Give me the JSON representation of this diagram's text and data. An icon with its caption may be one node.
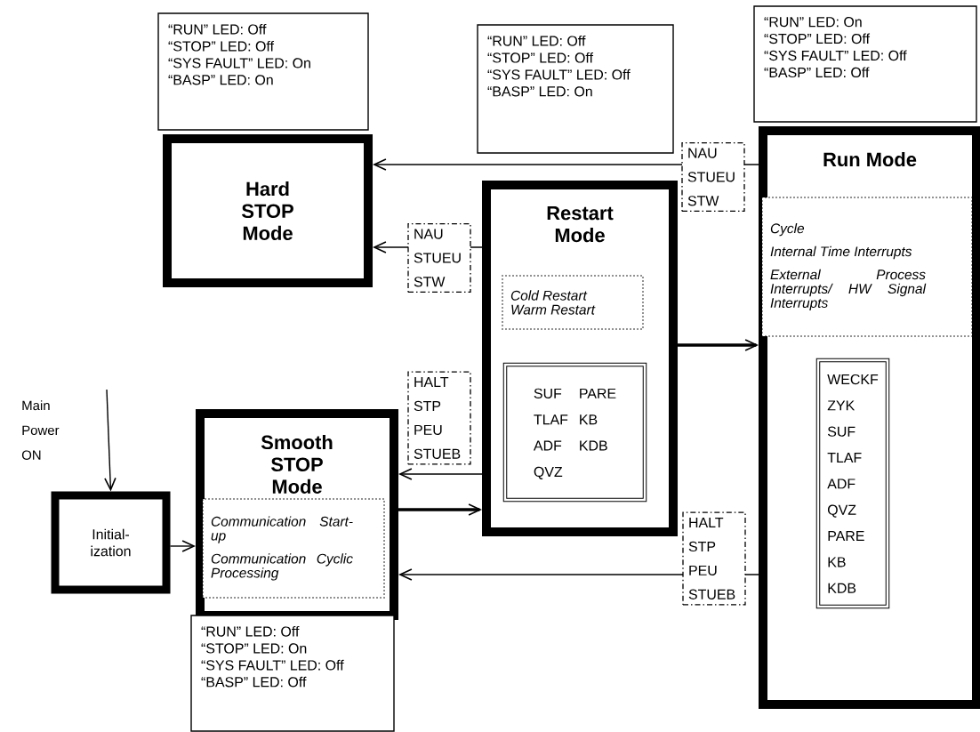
{
  "diagram": {
    "nodes": [
      {
        "text": [
          "“RUN” LED: Off",
          "“STOP” LED: Off",
          "“SYS FAULT” LED: On",
          "“BASP” LED: On"
        ]
      },
      {
        "text": [
          "Hard STOP Mode"
        ]
      },
      {
        "text": [
          "“RUN” LED: Off",
          "“STOP” LED: Off",
          "“SYS FAULT” LED: Off",
          "“BASP” LED: On"
        ]
      },
      {
        "text": [
          "Restart Mode"
        ]
      },
      {
        "text": [
          "Cold Restart",
          "Warm Restart"
        ],
        "in": 3
      },
      {
        "text": [
          "SUF",
          "PARE",
          "TLAF",
          "KB",
          "ADF",
          "KDB",
          "QVZ"
        ],
        "in": 3
      },
      {
        "text": [
          "“RUN” LED: On",
          "“STOP” LED: Off",
          "“SYS FAULT” LED: Off",
          "“BASP” LED: Off"
        ]
      },
      {
        "text": [
          "Run Mode"
        ]
      },
      {
        "text": [
          "Cycle",
          "Internal Time Interrupts",
          "External Process Interrupts/ HW Signal Interrupts"
        ],
        "in": 7
      },
      {
        "text": [
          "WECKF",
          "ZYK",
          "SUF",
          "TLAF",
          "ADF",
          "QVZ",
          "PARE",
          "KB",
          "KDB"
        ],
        "in": 7
      },
      {
        "text": [
          "Initial- ization"
        ]
      },
      {
        "text": [
          "Smooth STOP Mode"
        ]
      },
      {
        "text": [
          "Communication Start-up",
          "Communication Cyclic Processing"
        ],
        "in": 11
      },
      {
        "text": [
          "“RUN” LED: Off",
          "“STOP” LED: On",
          "“SYS FAULT” LED: Off",
          "“BASP” LED: Off"
        ]
      }
    ],
    "edges": [
      {
        "from": null,
        "to": 10,
        "arrow": "to",
        "label": "Main Power ON"
      },
      {
        "from": 10,
        "to": 11,
        "arrow": "to"
      },
      {
        "from": 11,
        "to": 3,
        "arrow": "to",
        "style": "thick"
      },
      {
        "from": 3,
        "to": 7,
        "arrow": "to",
        "style": "thick"
      },
      {
        "from": 7,
        "to": 1,
        "arrow": "to",
        "label": "NAU STUEU STW"
      },
      {
        "from": 3,
        "to": 1,
        "arrow": "to",
        "label": "NAU STUEU STW"
      },
      {
        "from": 3,
        "to": 11,
        "arrow": "to",
        "label": "HALT STP PEU STUEB"
      },
      {
        "from": 7,
        "to": 11,
        "arrow": "to",
        "label": "HALT STP PEU STUEB"
      }
    ]
  }
}
